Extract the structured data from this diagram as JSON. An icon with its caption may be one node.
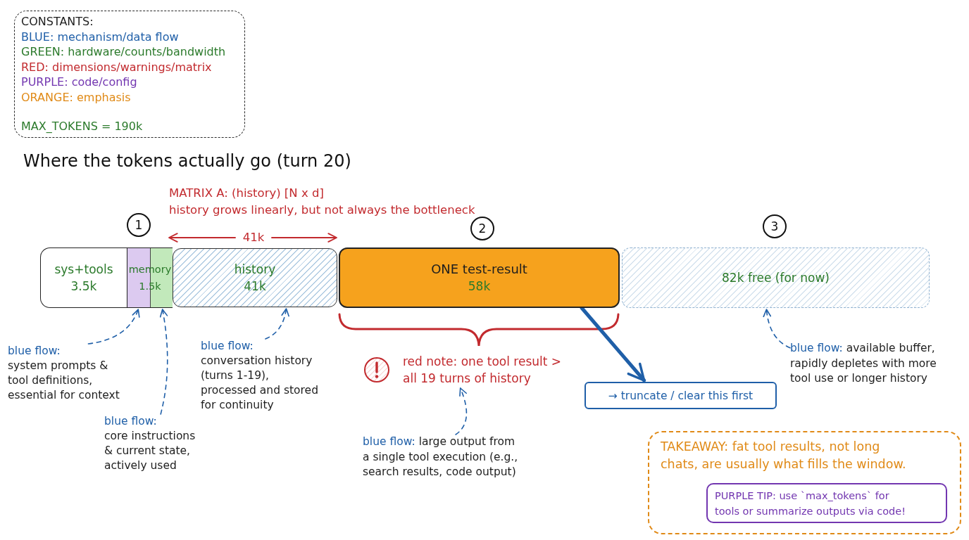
{
  "diagram": {
    "title": "Where the tokens actually go (turn 20)",
    "nodes": [
      {
        "text": [
          "CONSTANTS:",
          "BLUE: mechanism/data flow",
          "GREEN: hardware/counts/bandwidth",
          "RED: dimensions/warnings/matrix",
          "PURPLE: code/config",
          "ORANGE: emphasis",
          "MAX_TOKENS = 190k"
        ]
      },
      {
        "text": [
          "sys+tools",
          "3.5k"
        ]
      },
      {
        "text": [
          "memory",
          "1.5k"
        ]
      },
      {
        "text": [
          "history",
          "41k"
        ]
      },
      {
        "text": [
          "ONE test-result",
          "58k"
        ]
      },
      {
        "text": [
          "82k free (for now)"
        ]
      },
      {
        "text": [
          "blue flow:",
          "system prompts & tool definitions, essential for context"
        ]
      },
      {
        "text": [
          "blue flow:",
          "conversation history (turns 1-19), processed and stored for continuity"
        ]
      },
      {
        "text": [
          "red note: one tool result > all 19 turns of history"
        ]
      },
      {
        "text": [
          "blue flow: available buffer, rapidly depletes with more tool use or longer history"
        ]
      },
      {
        "text": [
          "→ truncate / clear this first"
        ]
      },
      {
        "text": [
          "blue flow:",
          "core instructions & current state, actively used"
        ]
      },
      {
        "text": [
          "blue flow: large output from a single tool execution (e.g., search results, code output)"
        ]
      },
      {
        "text": [
          "TAKEAWAY: fat tool results, not long chats, are usually what fills the window."
        ]
      },
      {
        "text": [
          "PURPLE TIP: use `max_tokens` for tools or summarize outputs via code!"
        ],
        "in": 13
      }
    ],
    "edges": [
      {
        "from": 6,
        "to": 2,
        "arrow": "to",
        "style": "dashed"
      },
      {
        "from": 11,
        "to": 2,
        "arrow": "to",
        "style": "dashed"
      },
      {
        "from": 7,
        "to": 3,
        "arrow": "to",
        "style": "dashed"
      },
      {
        "from": 4,
        "to": 10,
        "arrow": "to",
        "style": "thick"
      },
      {
        "from": 12,
        "to": 8,
        "arrow": "to",
        "style": "dashed"
      },
      {
        "from": 9,
        "to": 5,
        "arrow": "to",
        "style": "dashed"
      }
    ],
    "labels": [
      "MATRIX A: (history) [N x d]",
      "history grows linearly, but not always the bottleneck",
      "1",
      "2",
      "3",
      "41k"
    ]
  }
}
